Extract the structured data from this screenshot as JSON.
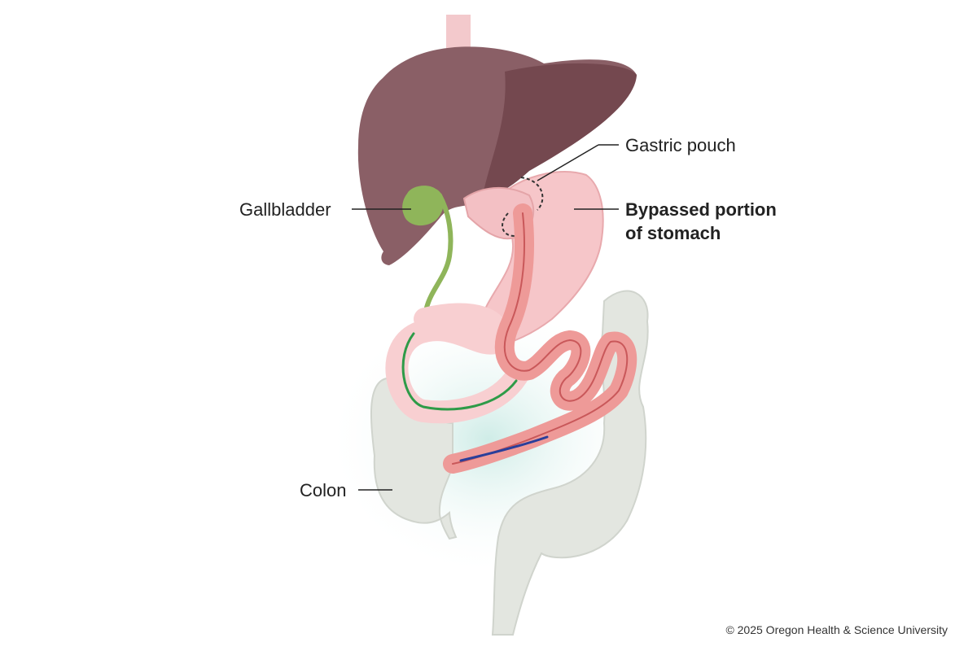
{
  "labels": {
    "gastric_pouch": "Gastric pouch",
    "gallbladder": "Gallbladder",
    "bypassed_line1": "Bypassed portion",
    "bypassed_line2": "of stomach",
    "colon": "Colon"
  },
  "copyright": "© 2025 Oregon Health & Science University",
  "colors": {
    "liver": "#8a5f66",
    "liver_dark": "#74484f",
    "gallbladder": "#8fb55a",
    "stomach": "#f6c6c9",
    "small_intestine": "#ee9a98",
    "colon": "#e4e7e1",
    "bile_flow_arrow": "#2e9b48",
    "food_flow_arrow": "#2a3f9a",
    "leader_line": "#222222"
  }
}
